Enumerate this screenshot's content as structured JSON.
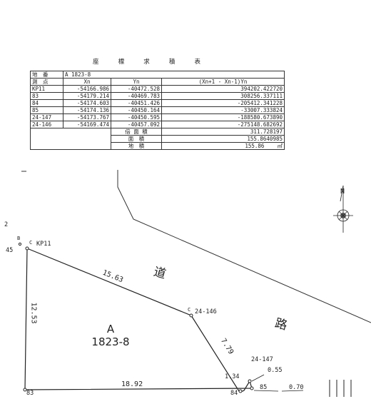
{
  "title": "座 標 求 積 表",
  "table": {
    "lot_label": "地　番",
    "lot_value": "A 1823-8",
    "headers": [
      "測　点",
      "Xn",
      "Yn",
      "(Xn+1 - Xn-1)Yn"
    ],
    "rows": [
      [
        "KP11",
        "-54166.986",
        "-40472.528",
        "394202.422720"
      ],
      [
        "83",
        "-54179.214",
        "-40469.783",
        "308256.337111"
      ],
      [
        "84",
        "-54174.603",
        "-40451.426",
        "-205412.341228"
      ],
      [
        "85",
        "-54174.136",
        "-40450.164",
        "-33007.333824"
      ],
      [
        "24-147",
        "-54173.767",
        "-40450.595",
        "-188580.673890"
      ],
      [
        "24-146",
        "-54169.474",
        "-40457.092",
        "-275148.682692"
      ]
    ],
    "double_area_label": "倍 面 積",
    "double_area_value": "311.728197",
    "area_label": "面　積",
    "area_value": "155.8640985",
    "land_area_label": "地　積",
    "land_area_value": "155.86",
    "unit": "㎡"
  },
  "plan": {
    "lot_letter": "A",
    "lot_number": "1823-8",
    "road_chars": [
      "道",
      "路"
    ],
    "dimensions": {
      "kp11_to_24_146": "15.63",
      "kp11_to_83": "12.53",
      "83_to_84": "18.92",
      "24_146_to_24_147": "7.79",
      "84_to_85": "1.34",
      "85_to_24_147": "0.55",
      "right_edge": "0.70"
    },
    "points": {
      "kp11": "KP11",
      "kp11_mark": "C",
      "b_mark": "B",
      "p24_146": "24-146",
      "p24_146_mark": "C",
      "p24_147": "24-147",
      "p83": "83",
      "p84": "84",
      "p85": "85",
      "left_45": "45",
      "left_2": "2"
    },
    "north": "N"
  }
}
